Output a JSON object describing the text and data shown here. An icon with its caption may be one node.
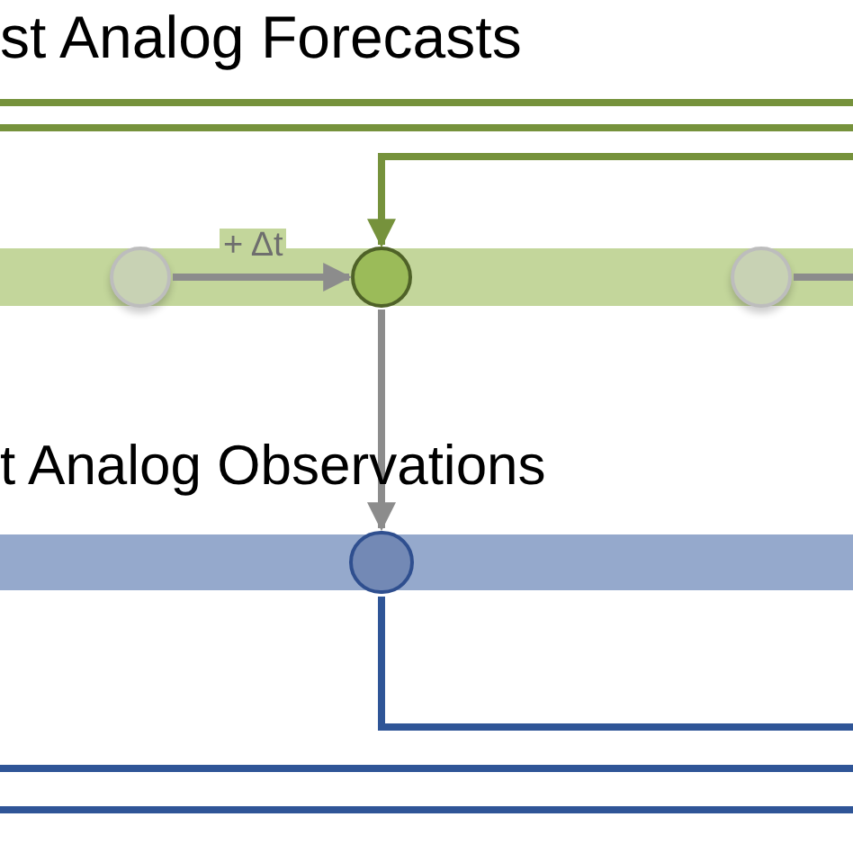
{
  "diagram": {
    "nodes": [
      {
        "text": [],
        "shape": "bar"
      },
      {
        "text": [],
        "shape": "circle",
        "in": 0
      },
      {
        "text": [],
        "shape": "circle",
        "in": 0
      },
      {
        "text": [],
        "shape": "circle",
        "in": 0
      },
      {
        "text": [],
        "shape": "bar"
      },
      {
        "text": [],
        "shape": "circle",
        "in": 4
      }
    ],
    "edges": [
      {
        "from": 1,
        "to": 2,
        "arrow": "to",
        "label": "+ Δt"
      },
      {
        "from": 3,
        "to": null,
        "arrow": "none"
      },
      {
        "from": null,
        "to": 2,
        "arrow": "to",
        "color": "#76923c"
      },
      {
        "from": 2,
        "to": 5,
        "arrow": "to"
      },
      {
        "from": 5,
        "to": null,
        "arrow": "none",
        "color": "#2f5597"
      }
    ],
    "labels": [
      "st Analog Forecasts",
      "t Analog Observations"
    ]
  }
}
